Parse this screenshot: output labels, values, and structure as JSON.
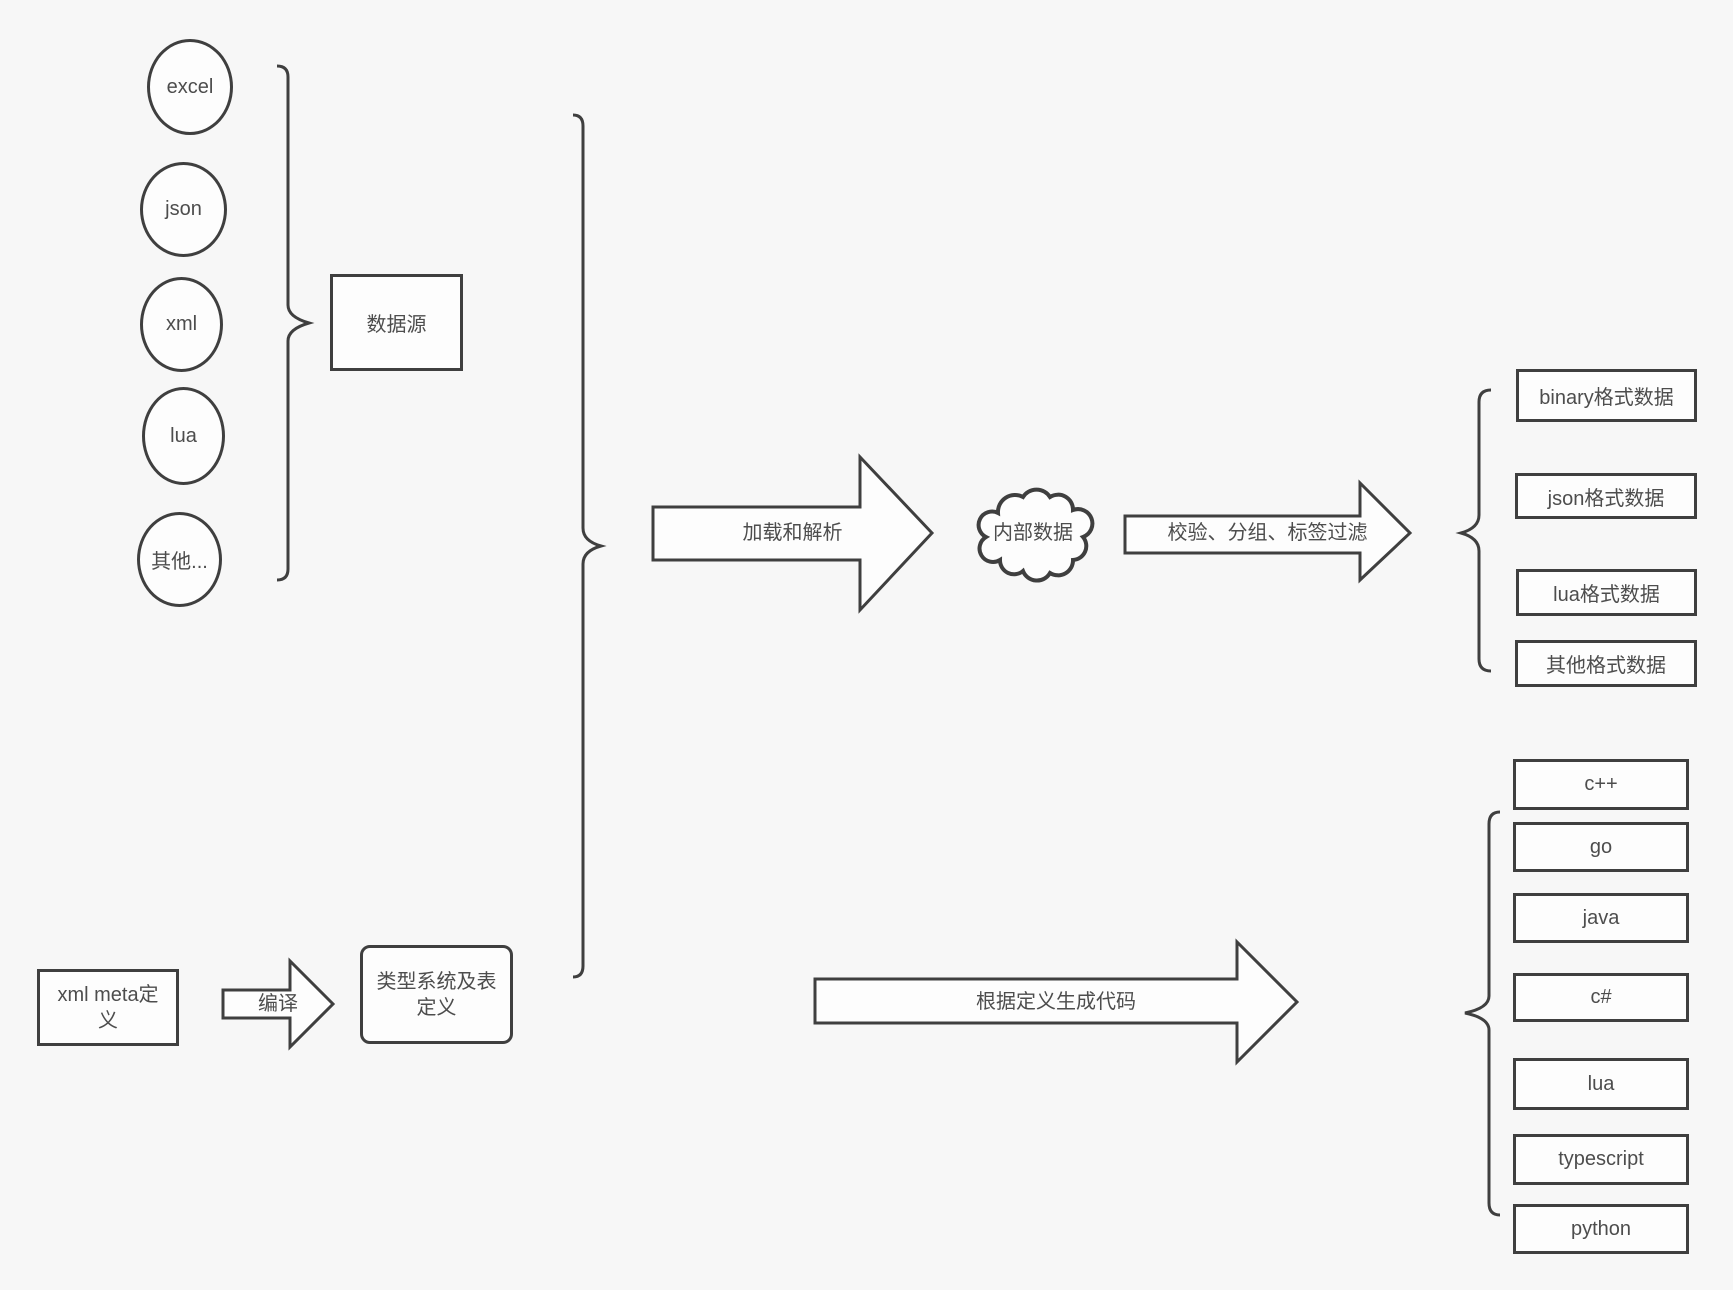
{
  "colors": {
    "background": "#f7f7f7",
    "stroke": "#3f3f3f",
    "text": "#4d4d4d",
    "shape_fill": "#fdfdfd"
  },
  "sources": {
    "labels": [
      "excel",
      "json",
      "xml",
      "lua",
      "其他..."
    ],
    "group_label": "数据源"
  },
  "pipeline": {
    "load_parse": "加载和解析",
    "internal_data": "内部数据",
    "filter": "校验、分组、标签过滤",
    "compile": "编译",
    "codegen": "根据定义生成代码"
  },
  "formats": [
    "binary格式数据",
    "json格式数据",
    "lua格式数据",
    "其他格式数据"
  ],
  "languages": [
    "c++",
    "go",
    "java",
    "c#",
    "lua",
    "typescript",
    "python"
  ],
  "meta_defs": {
    "xml_meta_lines": [
      "xml meta定",
      "义"
    ],
    "type_system_lines": [
      "类型系统及表",
      "定义"
    ]
  }
}
